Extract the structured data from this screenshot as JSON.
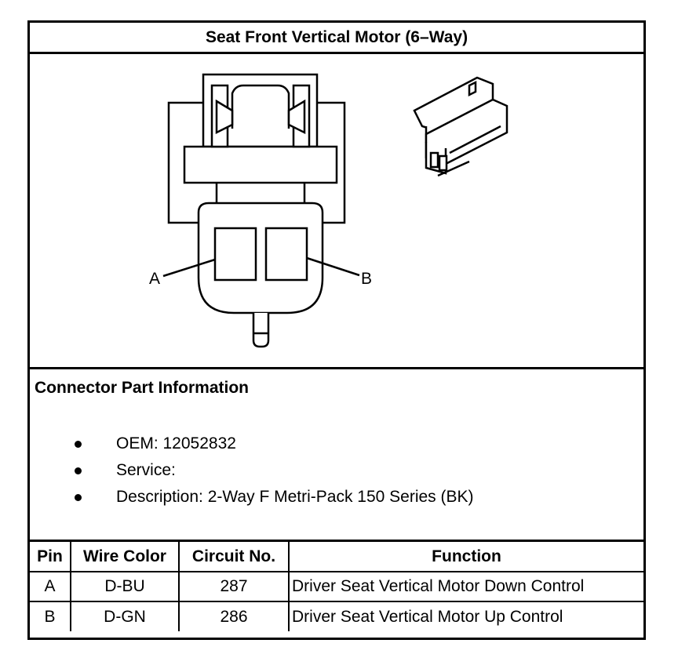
{
  "title": "Seat Front Vertical Motor (6–Way)",
  "diagram": {
    "label_a": "A",
    "label_b": "B"
  },
  "connector_info": {
    "heading": "Connector Part Information",
    "bullets": [
      "OEM: 12052832",
      "Service:",
      "Description: 2-Way F Metri-Pack 150 Series (BK)"
    ]
  },
  "table": {
    "headers": [
      "Pin",
      "Wire Color",
      "Circuit No.",
      "Function"
    ],
    "rows": [
      [
        "A",
        "D-BU",
        "287",
        "Driver Seat Vertical Motor Down Control"
      ],
      [
        "B",
        "D-GN",
        "286",
        "Driver Seat Vertical Motor Up Control"
      ]
    ]
  }
}
